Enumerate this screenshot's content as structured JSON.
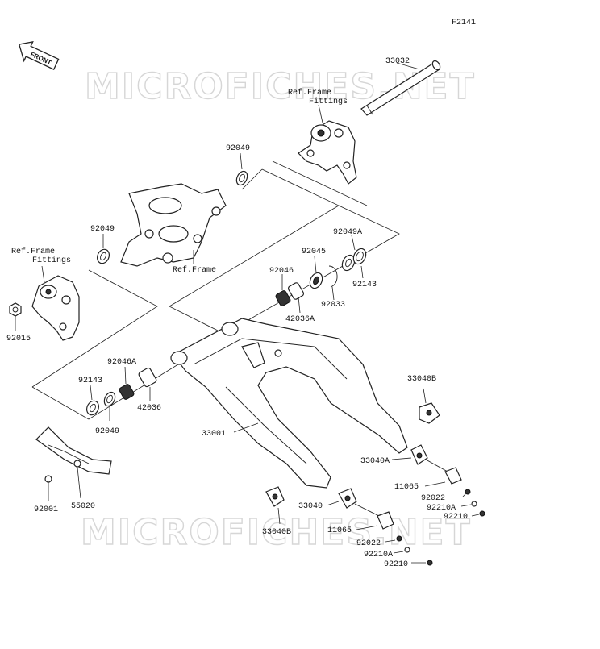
{
  "figure_code": "F2141",
  "front_label": "FRONT",
  "watermark": "MICROFICHES.NET",
  "ref_labels": {
    "frame_fittings_top": [
      "Ref.Frame",
      "Fittings"
    ],
    "frame_fittings_left": [
      "Ref.Frame",
      "Fittings"
    ],
    "frame": "Ref.Frame"
  },
  "parts": [
    {
      "id": "p33032",
      "label": "33032"
    },
    {
      "id": "p92049_top",
      "label": "92049"
    },
    {
      "id": "p92049_left",
      "label": "92049"
    },
    {
      "id": "p92045",
      "label": "92045"
    },
    {
      "id": "p92049A",
      "label": "92049A"
    },
    {
      "id": "p92046",
      "label": "92046"
    },
    {
      "id": "p92033",
      "label": "92033"
    },
    {
      "id": "p92143_right",
      "label": "92143"
    },
    {
      "id": "p42036A",
      "label": "42036A"
    },
    {
      "id": "p92015",
      "label": "92015"
    },
    {
      "id": "p92046A",
      "label": "92046A"
    },
    {
      "id": "p92143_left",
      "label": "92143"
    },
    {
      "id": "p42036",
      "label": "42036"
    },
    {
      "id": "p92049_bottom",
      "label": "92049"
    },
    {
      "id": "p33001",
      "label": "33001"
    },
    {
      "id": "p33040B_right",
      "label": "33040B"
    },
    {
      "id": "p33040A",
      "label": "33040A"
    },
    {
      "id": "p11065_right",
      "label": "11065"
    },
    {
      "id": "p92022_right",
      "label": "92022"
    },
    {
      "id": "p92210A_right",
      "label": "92210A"
    },
    {
      "id": "p92210_right",
      "label": "92210"
    },
    {
      "id": "p33040",
      "label": "33040"
    },
    {
      "id": "p11065_bottom",
      "label": "11065"
    },
    {
      "id": "p92022_bottom",
      "label": "92022"
    },
    {
      "id": "p92210A_bottom",
      "label": "92210A"
    },
    {
      "id": "p92210_bottom",
      "label": "92210"
    },
    {
      "id": "p33040B_bottom",
      "label": "33040B"
    },
    {
      "id": "p92001",
      "label": "92001"
    },
    {
      "id": "p55020",
      "label": "55020"
    }
  ]
}
